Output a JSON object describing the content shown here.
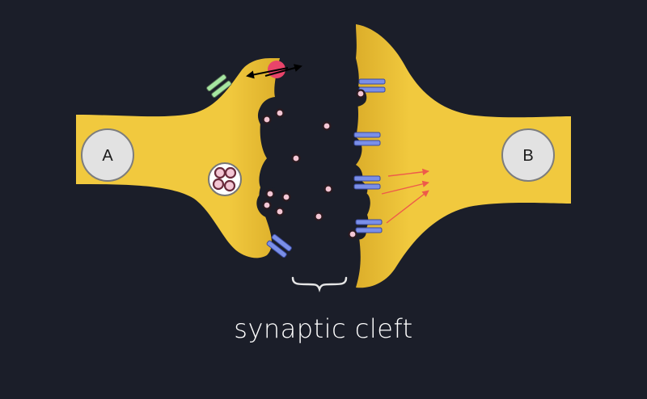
{
  "labels": {
    "neuron_a": "A",
    "neuron_b": "B",
    "caption": "synaptic cleft"
  },
  "colors": {
    "background": "#1b1e29",
    "neuron_fill": "#f1c93e",
    "nucleus_fill": "#e2e2e2",
    "vesicle_pink": "#f3c6d4",
    "receptor_blue": "#7a8fe8",
    "transporter_green": "#a6e6a1",
    "transporter_particle": "#e9446a",
    "signal_arrow": "#ee5a4a",
    "caption": "#ffffff"
  }
}
